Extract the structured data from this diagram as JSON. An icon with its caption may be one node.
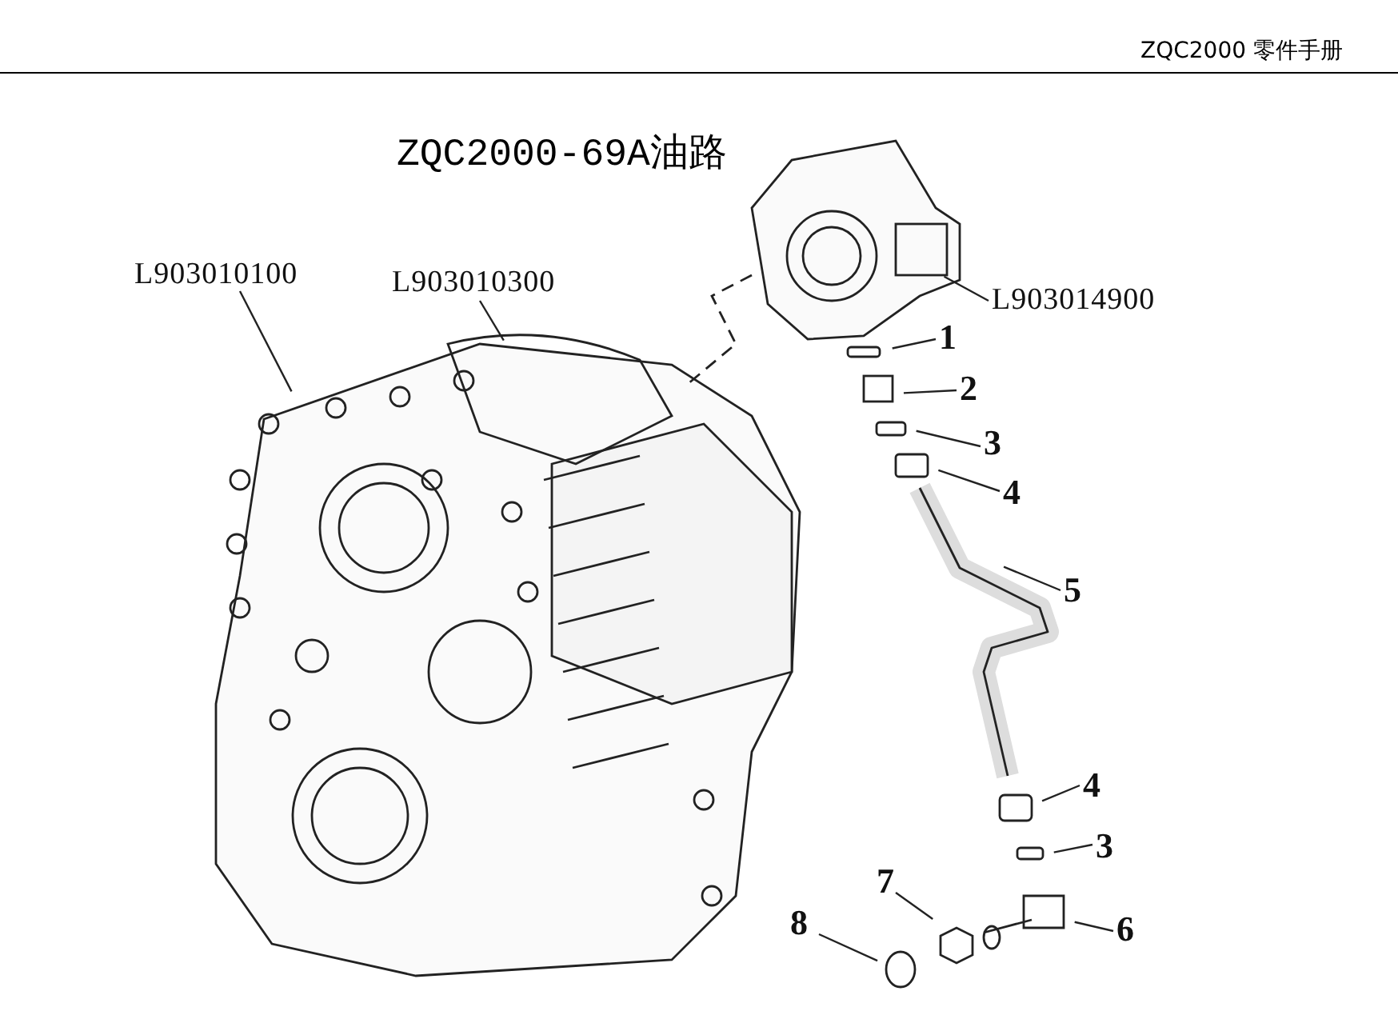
{
  "diagram": {
    "title": "ZQC2000-69A油路",
    "nodes": [
      {
        "text": [
          "L903010100"
        ]
      },
      {
        "text": [
          "L903010300"
        ]
      },
      {
        "text": [
          "L903014900"
        ]
      },
      {
        "text": [
          "1"
        ]
      },
      {
        "text": [
          "2"
        ]
      },
      {
        "text": [
          "3"
        ]
      },
      {
        "text": [
          "4"
        ]
      },
      {
        "text": [
          "5"
        ]
      },
      {
        "text": [
          "4"
        ]
      },
      {
        "text": [
          "3"
        ]
      },
      {
        "text": [
          "6"
        ]
      },
      {
        "text": [
          "7"
        ]
      },
      {
        "text": [
          "8"
        ]
      }
    ],
    "edges": [
      {
        "from": 0,
        "to": null,
        "arrow": "none"
      },
      {
        "from": 1,
        "to": null,
        "arrow": "none"
      },
      {
        "from": 2,
        "to": null,
        "arrow": "none"
      },
      {
        "from": 3,
        "to": null,
        "arrow": "none"
      },
      {
        "from": 4,
        "to": null,
        "arrow": "none"
      },
      {
        "from": 5,
        "to": null,
        "arrow": "none"
      },
      {
        "from": 6,
        "to": null,
        "arrow": "none"
      },
      {
        "from": 7,
        "to": null,
        "arrow": "none"
      },
      {
        "from": 8,
        "to": null,
        "arrow": "none"
      },
      {
        "from": 9,
        "to": null,
        "arrow": "none"
      },
      {
        "from": 10,
        "to": null,
        "arrow": "none"
      },
      {
        "from": 11,
        "to": null,
        "arrow": "none"
      },
      {
        "from": 12,
        "to": null,
        "arrow": "none"
      }
    ],
    "labels": [
      "ZQC2000 零件手册"
    ]
  }
}
